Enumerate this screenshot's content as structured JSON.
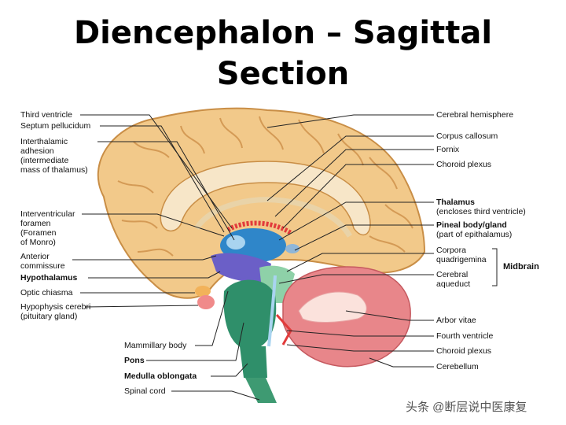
{
  "title": {
    "line1": "Diencephalon – Sagittal",
    "line2": "Section"
  },
  "labels_left": {
    "third_ventricle": "Third ventricle",
    "septum_pellucidum": "Septum pellucidum",
    "interthalamic_1": "Interthalamic",
    "interthalamic_2": "adhesion",
    "interthalamic_3": "(intermediate",
    "interthalamic_4": "mass of thalamus)",
    "interventricular_1": "Interventricular",
    "interventricular_2": "foramen",
    "interventricular_3": "(Foramen",
    "interventricular_4": "of Monro)",
    "anterior_1": "Anterior",
    "anterior_2": "commissure",
    "hypothalamus": "Hypothalamus",
    "optic_chiasma": "Optic chiasma",
    "hypophysis_1": "Hypophysis cerebri",
    "hypophysis_2": "(pituitary gland)"
  },
  "labels_bottom": {
    "mammillary_body": "Mammillary body",
    "pons": "Pons",
    "medulla_oblongata": "Medulla oblongata",
    "spinal_cord": "Spinal cord"
  },
  "labels_right": {
    "cerebral_hemisphere": "Cerebral hemisphere",
    "corpus_callosum": "Corpus callosum",
    "fornix": "Fornix",
    "choroid_plexus_top": "Choroid plexus",
    "thalamus": "Thalamus",
    "thalamus_sub": "(encloses third ventricle)",
    "pineal": "Pineal body/gland",
    "pineal_sub": "(part of epithalamus)",
    "corpora_1": "Corpora",
    "corpora_2": "quadrigemina",
    "aqueduct_1": "Cerebral",
    "aqueduct_2": "aqueduct",
    "midbrain": "Midbrain",
    "arbor_vitae": "Arbor vitae",
    "fourth_ventricle": "Fourth ventricle",
    "choroid_plexus_bottom": "Choroid plexus",
    "cerebellum": "Cerebellum"
  },
  "watermark": "头条 @断层说中医康复",
  "colors": {
    "cortex": "#f2c98a",
    "cortex_dark": "#c98e46",
    "thalamus_blue": "#2f86c9",
    "hypothalamus_purple": "#6b5fc7",
    "brainstem_green": "#2f8f6a",
    "cerebellum_pink": "#e8868a",
    "choroid_red": "#e23b3b",
    "pituitary": "#f2b25a"
  }
}
